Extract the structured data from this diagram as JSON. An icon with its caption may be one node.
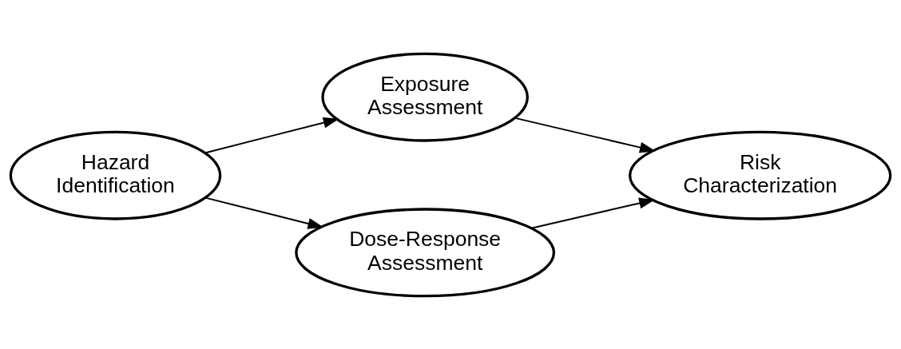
{
  "diagram": {
    "nodes": [
      {
        "text": [
          "Hazard Identification"
        ]
      },
      {
        "text": [
          "Exposure Assessment"
        ]
      },
      {
        "text": [
          "Dose-Response Assessment"
        ]
      },
      {
        "text": [
          "Risk Characterization"
        ]
      }
    ],
    "edges": [
      {
        "from": 0,
        "to": 1,
        "arrow": "to"
      },
      {
        "from": 0,
        "to": 2,
        "arrow": "to"
      },
      {
        "from": 1,
        "to": 3,
        "arrow": "to"
      },
      {
        "from": 2,
        "to": 3,
        "arrow": "to"
      }
    ]
  }
}
